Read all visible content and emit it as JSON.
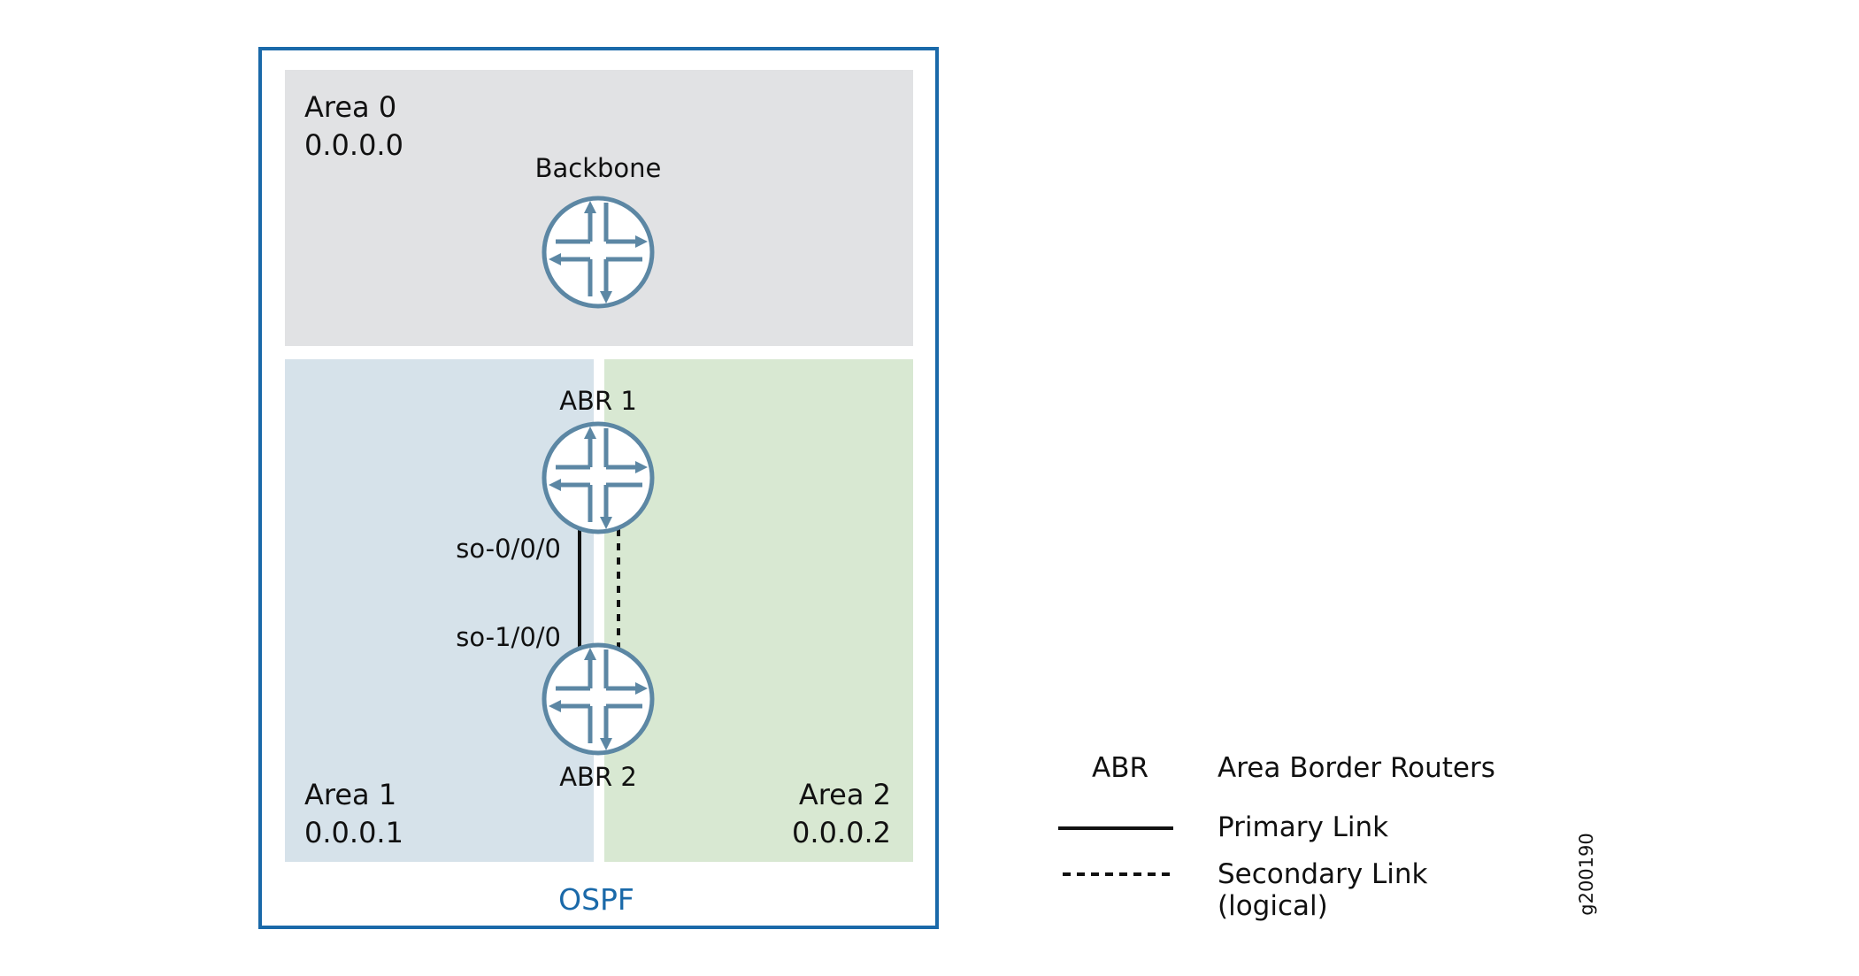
{
  "diagram": {
    "container_label": "OSPF",
    "areas": [
      {
        "id": "area0",
        "name": "Area 0",
        "address": "0.0.0.0",
        "color": "#e1e2e4"
      },
      {
        "id": "area1",
        "name": "Area 1",
        "address": "0.0.0.1",
        "color": "#d6e2ea"
      },
      {
        "id": "area2",
        "name": "Area 2",
        "address": "0.0.0.2",
        "color": "#d8e8d2"
      }
    ],
    "routers": [
      {
        "id": "backbone",
        "label": "Backbone"
      },
      {
        "id": "abr1",
        "label": "ABR 1"
      },
      {
        "id": "abr2",
        "label": "ABR 2"
      }
    ],
    "interfaces": {
      "abr1_interface": "so-0/0/0",
      "abr2_interface": "so-1/0/0"
    },
    "links": [
      {
        "from": "abr1",
        "to": "abr2",
        "type": "primary"
      },
      {
        "from": "abr1",
        "to": "abr2",
        "type": "secondary"
      }
    ],
    "colors": {
      "container_border": "#1a69a9",
      "router_stroke": "#5c87a4",
      "link": "#111111"
    }
  },
  "legend": {
    "abbr_term": "ABR",
    "abbr_meaning": "Area Border Routers",
    "primary_label": "Primary Link",
    "secondary_label_line1": "Secondary Link",
    "secondary_label_line2": "(logical)"
  },
  "figure_id": "g200190"
}
